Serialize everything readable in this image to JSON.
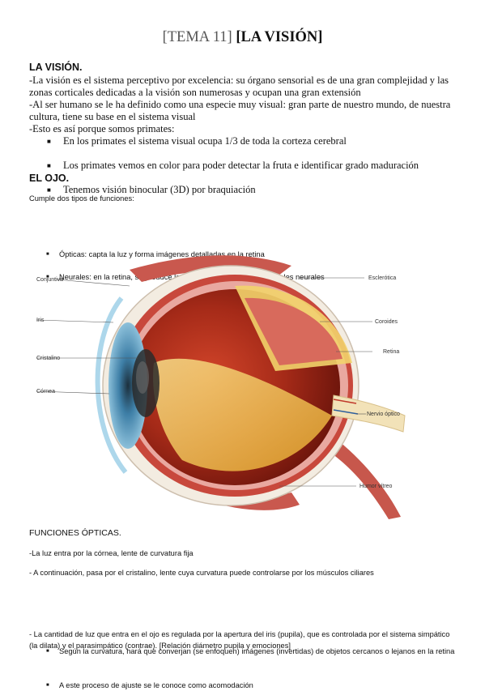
{
  "title": {
    "topic": "[TEMA 11]",
    "subject": "[LA VISIÓN]"
  },
  "section1": {
    "heading": "LA VISIÓN.",
    "para1": "-La visión es el sistema perceptivo por excelencia: su órgano sensorial es de una gran complejidad y las zonas corticales dedicadas a la visión son numerosas y ocupan una gran extensión",
    "para2": "-Al ser humano se le ha definido como una especie muy visual: gran parte de nuestro mundo, de nuestra cultura, tiene su base en el sistema visual",
    "para3": "-Esto es así porque somos primates:",
    "bullets": [
      "En los primates el sistema visual ocupa 1/3 de toda la corteza cerebral",
      "Los primates vemos en color para poder detectar la fruta e identificar grado maduración",
      "Tenemos visión binocular (3D) por braquiación"
    ]
  },
  "section2": {
    "heading": "EL OJO.",
    "intro": "Cumple dos tipos de funciones:",
    "bullets": [
      "Ópticas: capta la luz y forma imágenes detalladas en la retina",
      "Neurales: en la retina, se produce la transducción de la luz en señales neurales"
    ]
  },
  "diagram_labels": {
    "conjuntiva": "Conjuntiva",
    "iris": "Iris",
    "cristalino": "Cristalino",
    "cornea": "Córnea",
    "esclerotica": "Esclerótica",
    "coroides": "Coroides",
    "retina": "Retina",
    "nervio_optico": "Nervio óptico",
    "humor_vitreo": "Humor vítreo"
  },
  "section3": {
    "heading": "FUNCIONES ÓPTICAS.",
    "line1": "-La luz entra por la córnea, lente de curvatura fija",
    "line2": "- A continuación, pasa por el cristalino, lente cuya curvatura puede controlarse por los músculos ciliares",
    "bullets": [
      "Según la curvatura, hará que converjan (se enfoquen) imágenes (invertidas) de objetos cercanos o lejanos en la retina",
      "A este proceso de ajuste se le conoce como acomodación"
    ],
    "line3": "- La cantidad de luz que entra en el ojo es regulada por la apertura del iris (pupila), que es controlada por el sistema simpático (la dilata) y el parasimpático (contrae). [Relación diámetro pupila y emociones]"
  },
  "colors": {
    "sclera": "#f3ece1",
    "choroid": "#c8483c",
    "retina": "#e9a8a0",
    "vitreous_dark": "#7a1a10",
    "iris": "#3d7ea6",
    "macula": "#f2c230"
  }
}
